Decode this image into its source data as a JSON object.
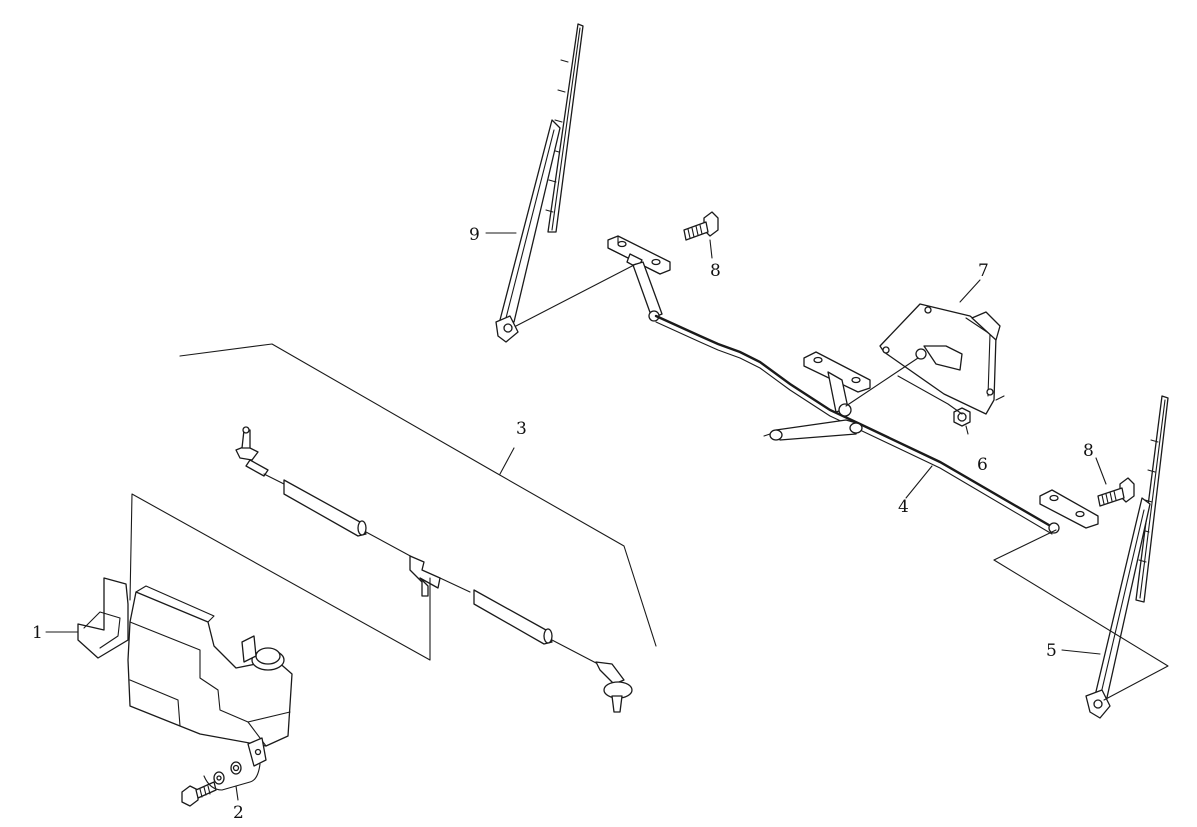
{
  "callouts": {
    "c1": "1",
    "c2": "2",
    "c3": "3",
    "c4": "4",
    "c5": "5",
    "c6": "6",
    "c7": "7",
    "c8a": "8",
    "c8b": "8",
    "c9": "9"
  }
}
